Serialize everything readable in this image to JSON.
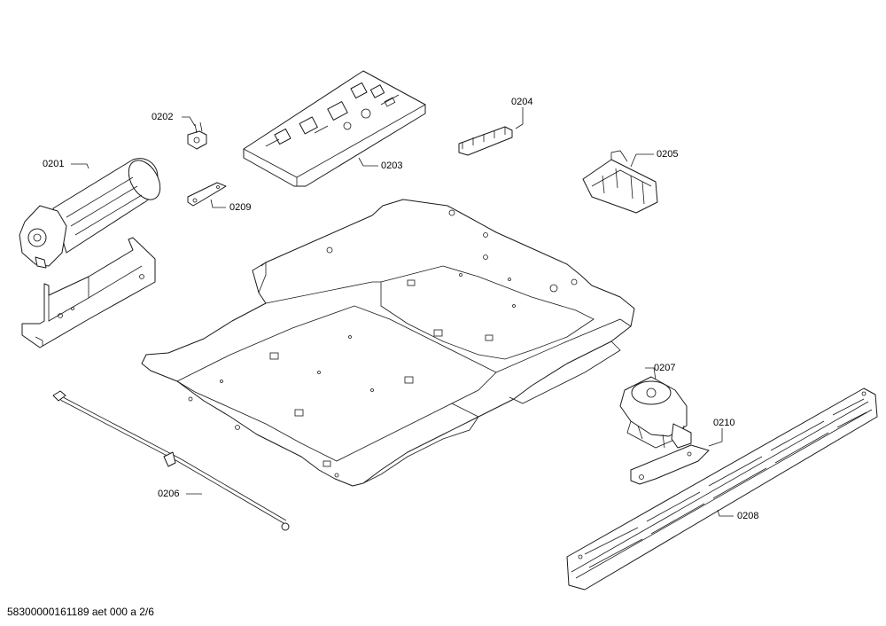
{
  "callouts": {
    "p0201": "0201",
    "p0202": "0202",
    "p0203": "0203",
    "p0204": "0204",
    "p0205": "0205",
    "p0206": "0206",
    "p0207": "0207",
    "p0208": "0208",
    "p0209": "0209",
    "p0210": "0210"
  },
  "footer": "58300000161189 aet 000 a 2/6"
}
